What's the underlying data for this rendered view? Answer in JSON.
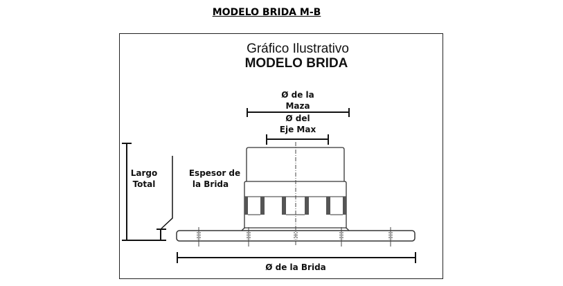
{
  "heading": "MODELO BRIDA M-B",
  "diagram": {
    "title_line1": "Gráfico Ilustrativo",
    "title_line2": "MODELO BRIDA",
    "labels": {
      "maza_1": "Ø de la",
      "maza_2": "Maza",
      "eje_1": "Ø del",
      "eje_2": "Eje Max",
      "largo_1": "Largo",
      "largo_2": "Total",
      "espesor_1": "Espesor de",
      "espesor_2": "la Brida",
      "brida": "Ø de la Brida"
    },
    "colors": {
      "line": "#111111",
      "tooth": "#555555"
    }
  }
}
